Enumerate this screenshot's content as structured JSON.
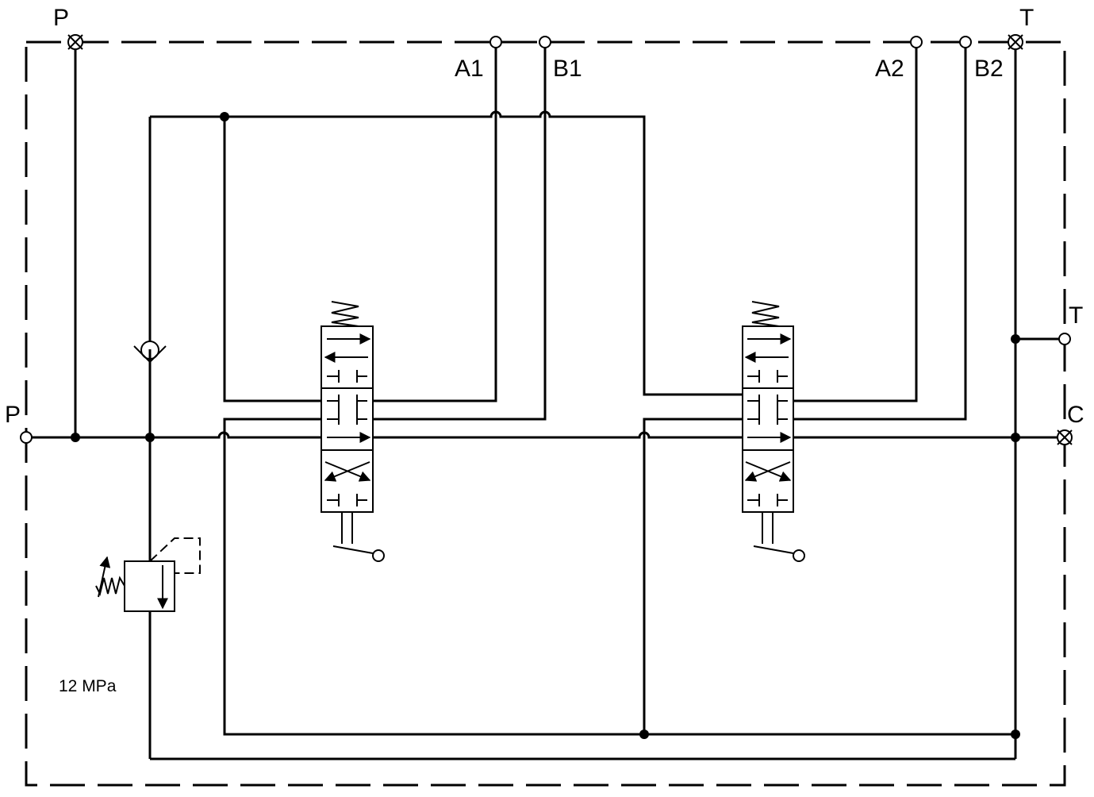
{
  "diagram": {
    "ports": {
      "p_top": "P",
      "t_top": "T",
      "a1": "A1",
      "b1": "B1",
      "a2": "A2",
      "b2": "B2",
      "t_right": "T",
      "p_left": "P",
      "c_right": "C"
    },
    "relief_setting": "12 MPa"
  }
}
